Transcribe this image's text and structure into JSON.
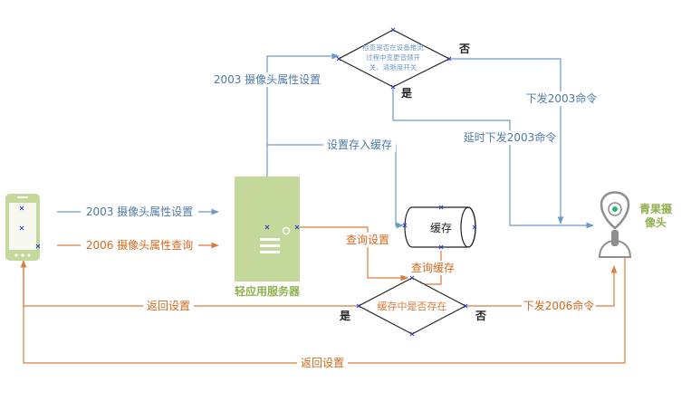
{
  "colors": {
    "blue": "#6d9ac9",
    "blue_text": "#4d7aa8",
    "orange": "#dd7b3e",
    "orange_text": "#d2691e",
    "green": "#c5d89c",
    "green_dark": "#8fb24f",
    "gray": "#8f8f8f",
    "black": "#222222",
    "marker": "#2b3fbf"
  },
  "nodes": {
    "phone": {
      "label": "",
      "icon": "smartphone-icon"
    },
    "server": {
      "label": "轻应用服务器",
      "icon": "server-icon"
    },
    "cache": {
      "label": "缓存",
      "icon": "database-cylinder-icon"
    },
    "camera": {
      "label_line1": "青果摄",
      "label_line2": "像头",
      "icon": "camera-icon"
    },
    "decision_top": {
      "label_line1": "检查是否在设备推流",
      "label_line2": "过程中变更音频开",
      "label_line3": "关、清晰度开关"
    },
    "decision_bottom": {
      "label": "缓存中是否存在"
    }
  },
  "edges": {
    "phone_to_server_set": "2003 摄像头属性设置",
    "phone_to_server_query": "2006 摄像头属性查询",
    "server_to_decision_top": "2003 摄像头属性设置",
    "server_to_cache_store": "设置存入缓存",
    "server_to_cache_query": "查询设置",
    "cache_query": "查询缓存",
    "decision_top_no": "否",
    "decision_top_yes": "是",
    "send_2003": "下发2003命令",
    "delay_send_2003": "延时下发2003命令",
    "decision_bottom_yes": "是",
    "decision_bottom_no": "否",
    "send_2006": "下发2006命令",
    "return_settings_1": "返回设置",
    "return_settings_2": "返回设置"
  }
}
